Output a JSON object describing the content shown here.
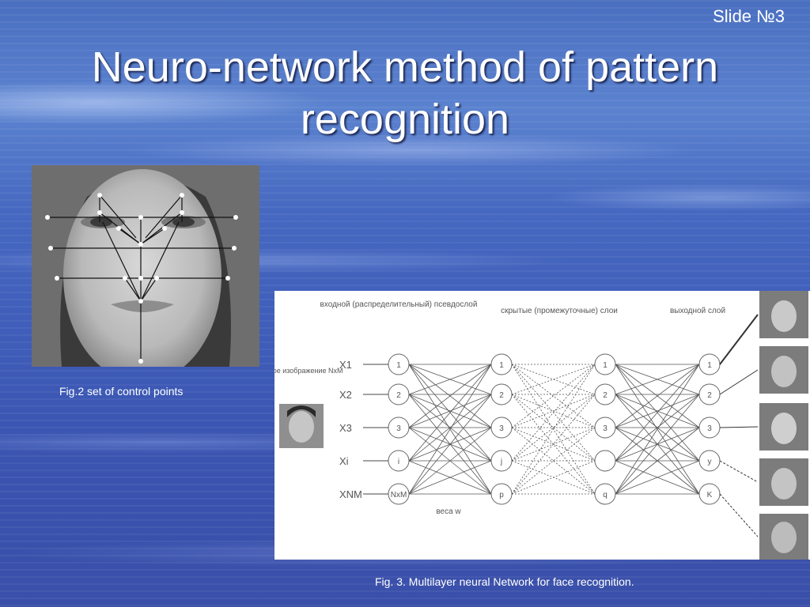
{
  "slide": {
    "number_label": "Slide №3",
    "title": "Neuro-network method of pattern recognition"
  },
  "figures": {
    "face": {
      "caption": "Fig.2 set of control points"
    },
    "network": {
      "caption": "Fig. 3. Multilayer neural Network for face recognition.",
      "label_input_layer": "входной (распределительный) псевдослой",
      "label_hidden_layers": "скрытые (промежуточные) слои",
      "label_output_layer": "выходной слой",
      "label_input_image": "входное изображение NxM",
      "label_weights": "веса w",
      "input_labels": [
        "X1",
        "X2",
        "X3",
        "Xi",
        "XNM"
      ],
      "input_nodes": [
        "1",
        "2",
        "3",
        "i",
        "NxM"
      ],
      "hidden1_nodes": [
        "1",
        "2",
        "3",
        "j",
        "p"
      ],
      "hidden2_nodes": [
        "1",
        "2",
        "3",
        "",
        "q"
      ],
      "output_nodes": [
        "1",
        "2",
        "3",
        "y",
        "K"
      ]
    }
  },
  "colors": {
    "title": "#ffffff",
    "caption": "#ffffff",
    "network_line": "#444444"
  }
}
